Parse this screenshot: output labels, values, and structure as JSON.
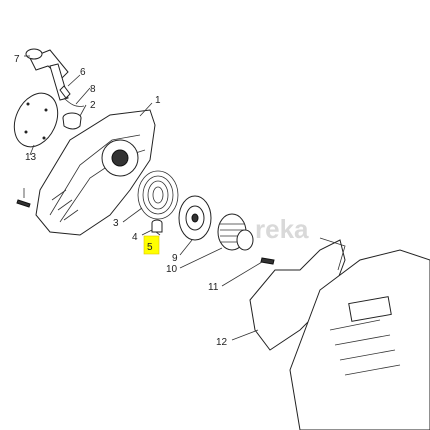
{
  "watermark": "reka",
  "highlight_color": "#ffff00",
  "callouts": [
    "1",
    "2",
    "3",
    "4",
    "5",
    "6",
    "7",
    "8",
    "9",
    "10",
    "11",
    "12",
    "13"
  ]
}
